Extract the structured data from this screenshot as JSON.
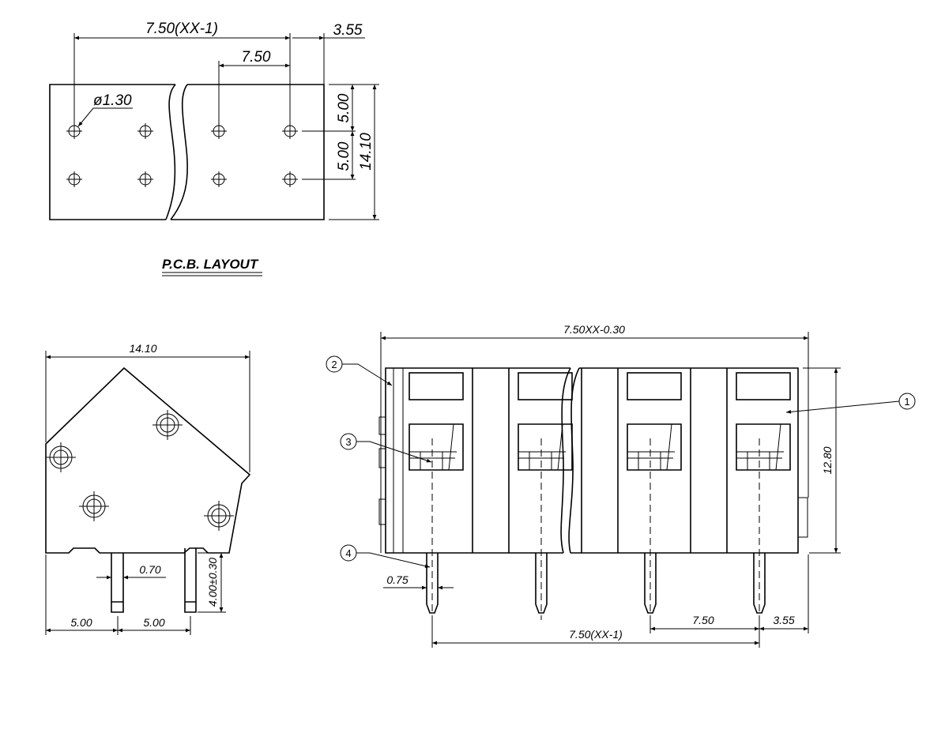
{
  "pcb_layout": {
    "title": "P.C.B. LAYOUT",
    "dim_overall_pitch": "7.50(XX-1)",
    "dim_pitch": "7.50",
    "dim_end": "3.55",
    "dim_hole": "ø1.30",
    "dim_row_1": "5.00",
    "dim_row_2": "5.00",
    "dim_height": "14.10"
  },
  "side_view": {
    "dim_width": "14.10",
    "dim_pin_width": "0.70",
    "dim_pin_length": "4.00±0.30",
    "dim_offset_1": "5.00",
    "dim_offset_2": "5.00"
  },
  "front_view": {
    "dim_overall": "7.50XX-0.30",
    "dim_height": "12.80",
    "dim_pin_width": "0.75",
    "dim_pitch": "7.50",
    "dim_end": "3.55",
    "dim_pin_span": "7.50(XX-1)",
    "balloons": [
      "1",
      "2",
      "3",
      "4"
    ]
  }
}
